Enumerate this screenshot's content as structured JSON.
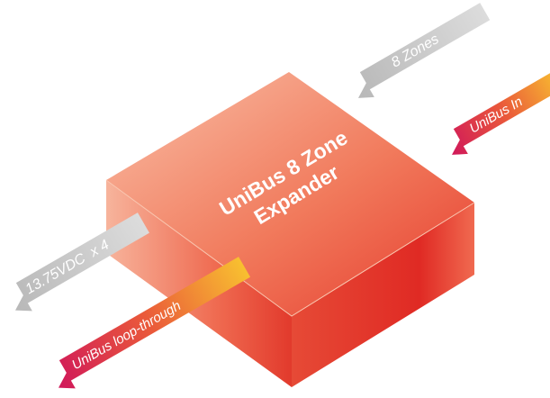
{
  "device": {
    "title_line1": "UniBus 8 Zone",
    "title_line2": "Expander"
  },
  "connectors": {
    "zones": {
      "label": "8 Zones",
      "color": "#c9c9c9"
    },
    "unibus_in": {
      "label": "UniBus In",
      "color_start": "#d81b60",
      "color_end": "#fbc02d"
    },
    "power": {
      "label": "13.75VDC  x 4",
      "color": "#c9c9c9"
    },
    "loop_through": {
      "label": "UniBus loop-through",
      "color_start": "#d81b60",
      "color_end": "#fbc02d"
    }
  },
  "colors": {
    "top_light": "#f8b8a0",
    "top_dark": "#ec5440",
    "side_accent": "#e02020"
  }
}
